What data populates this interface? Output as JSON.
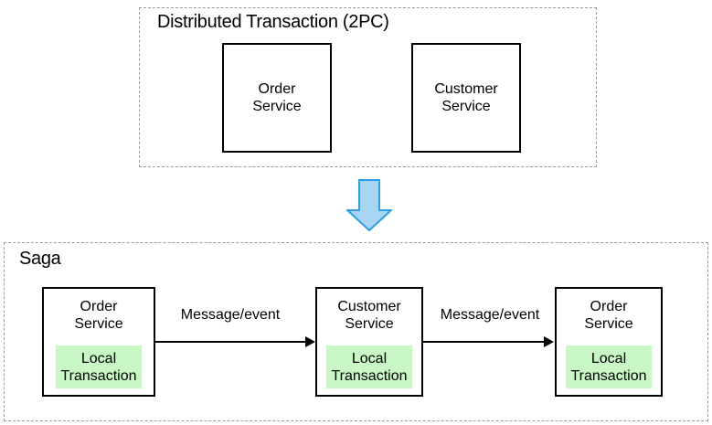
{
  "colors": {
    "green_fill": "#c8f7c5",
    "blue_arrow_fill": "#a8d6f2",
    "blue_arrow_stroke": "#2d9fe1",
    "dashed_border": "#999999",
    "box_border": "#000000",
    "text_color": "#000000"
  },
  "twopc": {
    "title": "Distributed Transaction (2PC)",
    "boxes": [
      {
        "label": "Order\nService"
      },
      {
        "label": "Customer\nService"
      }
    ]
  },
  "transform_arrow": {
    "icon": "down-arrow"
  },
  "saga": {
    "title": "Saga",
    "steps": [
      {
        "service": "Order\nService",
        "local": "Local\nTransaction"
      },
      {
        "service": "Customer\nService",
        "local": "Local\nTransaction"
      },
      {
        "service": "Order\nService",
        "local": "Local\nTransaction"
      }
    ],
    "messages": [
      {
        "label": "Message/event"
      },
      {
        "label": "Message/event"
      }
    ]
  }
}
